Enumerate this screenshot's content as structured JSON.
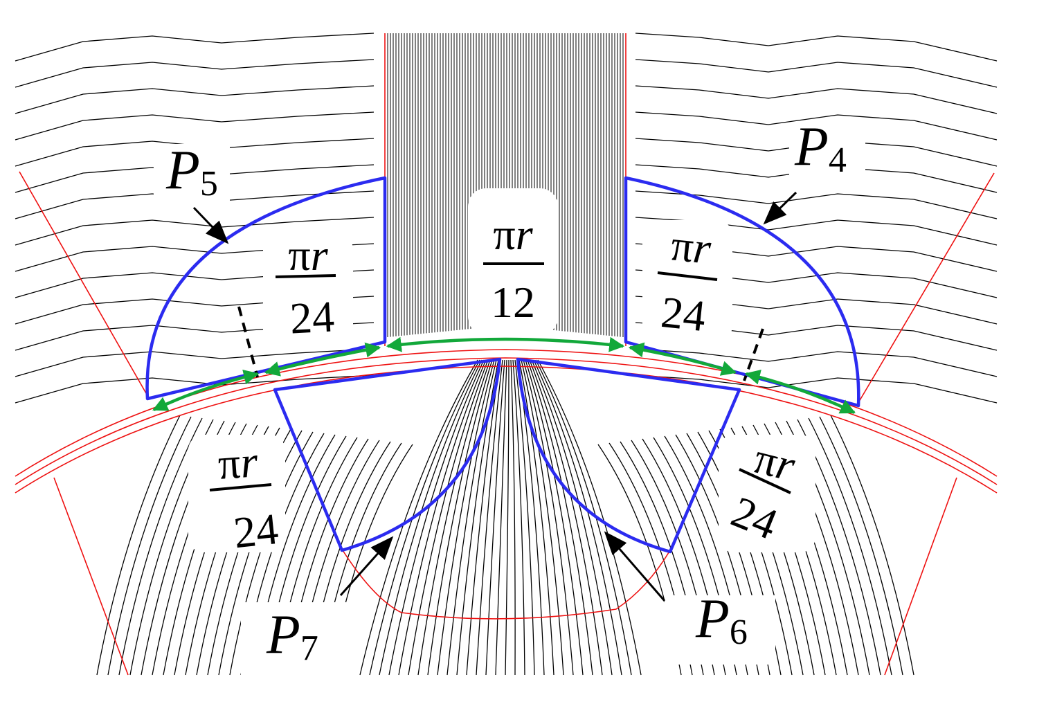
{
  "labels": {
    "p4": {
      "letter": "P",
      "sub": "4"
    },
    "p5": {
      "letter": "P",
      "sub": "5"
    },
    "p6": {
      "letter": "P",
      "sub": "6"
    },
    "p7": {
      "letter": "P",
      "sub": "7"
    }
  },
  "fractions": {
    "center": {
      "num_pi": "π",
      "num_r": "r",
      "den": "12"
    },
    "upper_left": {
      "num_pi": "π",
      "num_r": "r",
      "den": "24"
    },
    "upper_right": {
      "num_pi": "π",
      "num_r": "r",
      "den": "24"
    },
    "lower_left": {
      "num_pi": "π",
      "num_r": "r",
      "den": "24"
    },
    "lower_right": {
      "num_pi": "π",
      "num_r": "r",
      "den": "24"
    }
  },
  "colors": {
    "partition_outline": "#2b2bf0",
    "arc_arrows": "#12a83a",
    "boundary": "#ee1111",
    "contours": "#000000"
  }
}
